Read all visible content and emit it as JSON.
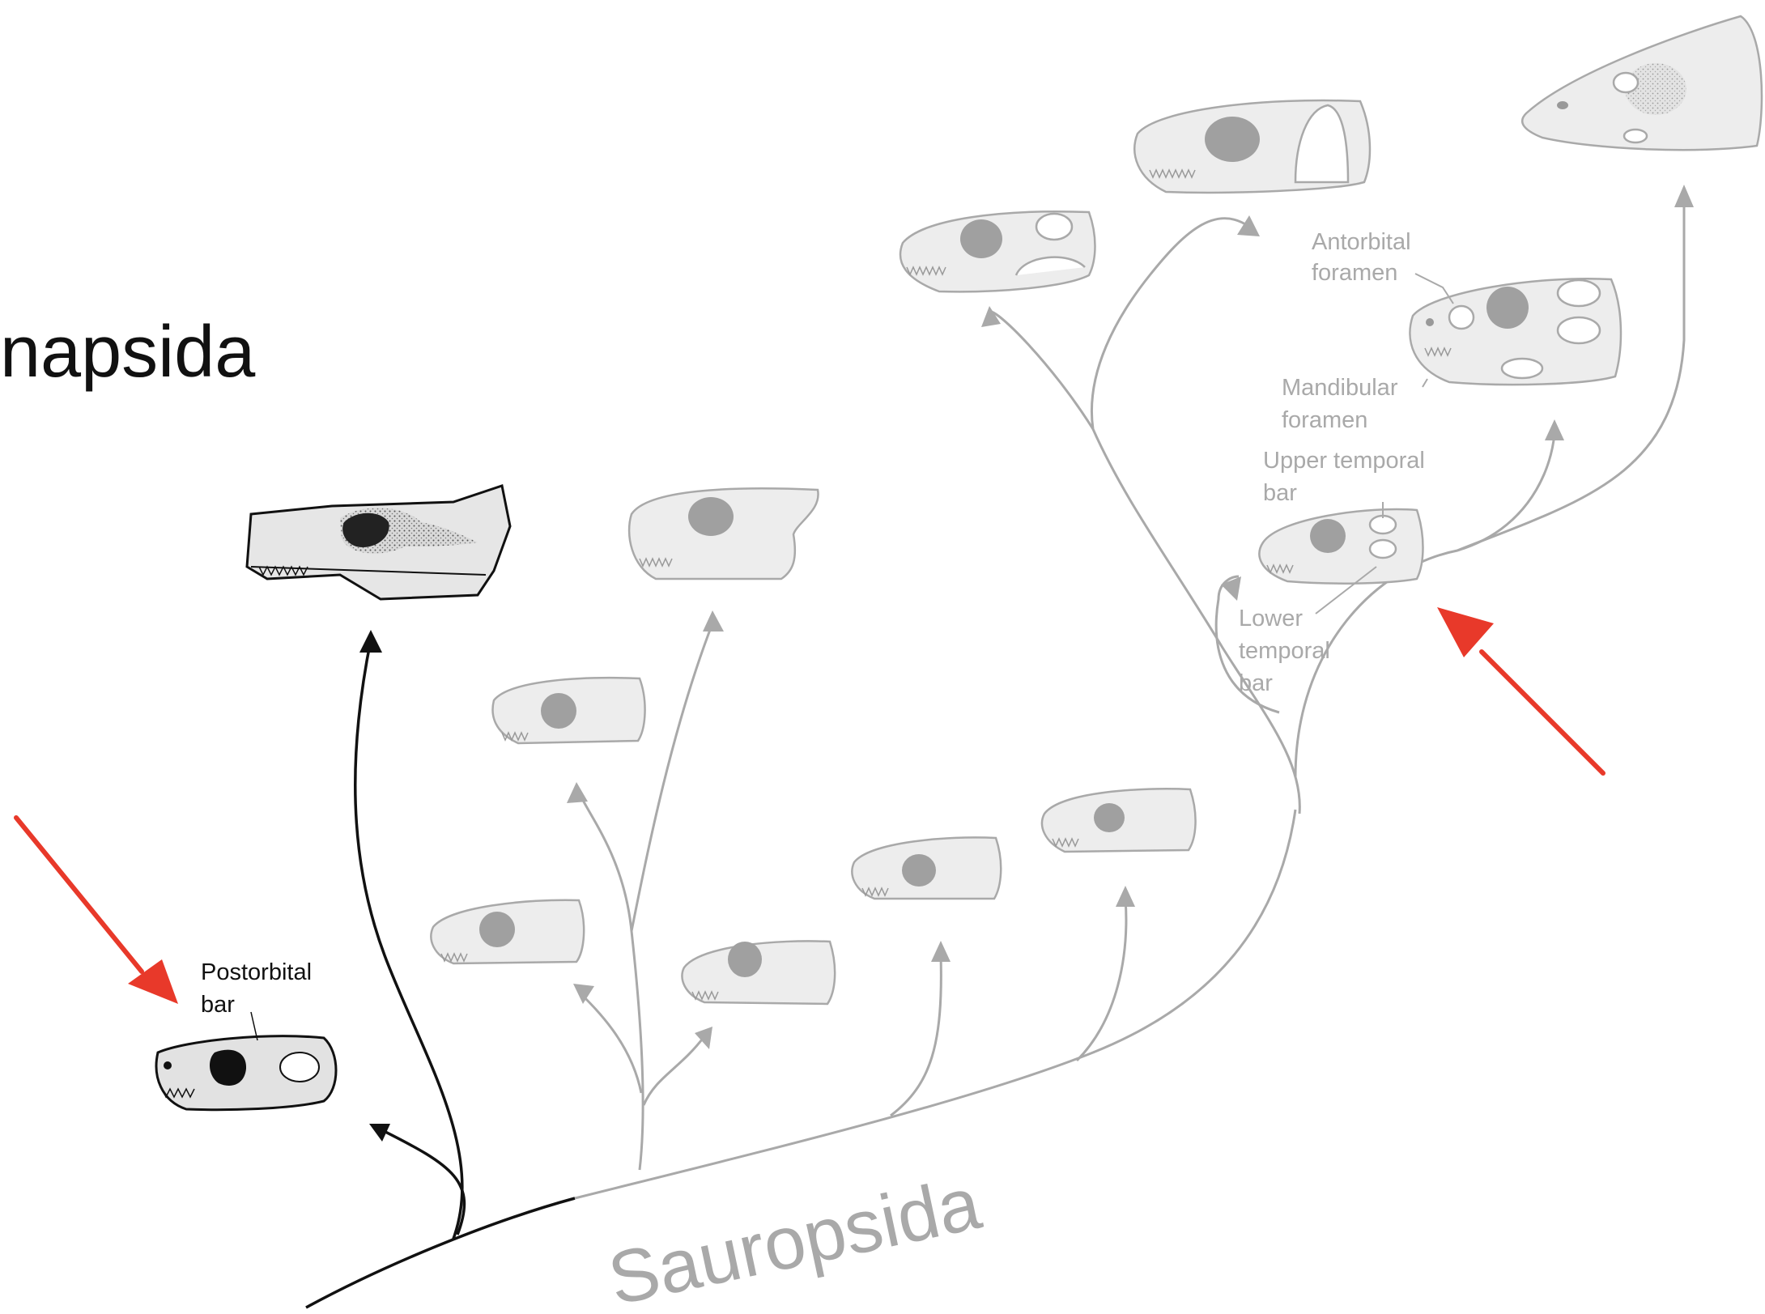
{
  "labels": {
    "synapsida": "napsida",
    "sauropsida": "Sauropsida",
    "postorbital_bar": [
      "Postorbital",
      "bar"
    ],
    "antorbital_foramen": [
      "Antorbital",
      "foramen"
    ],
    "mandibular_foramen": [
      "Mandibular",
      "foramen"
    ],
    "upper_temporal_bar": [
      "Upper temporal",
      "bar"
    ],
    "lower_temporal_bar": [
      "Lower",
      "temporal",
      "bar"
    ]
  },
  "colors": {
    "synapsid_lineage": "#111111",
    "sauropsid_lineage": "#a9a9a9",
    "highlight_arrow": "#e8392a",
    "skull_fill": "#ececec",
    "opening_fill": "#9a9a9a"
  }
}
